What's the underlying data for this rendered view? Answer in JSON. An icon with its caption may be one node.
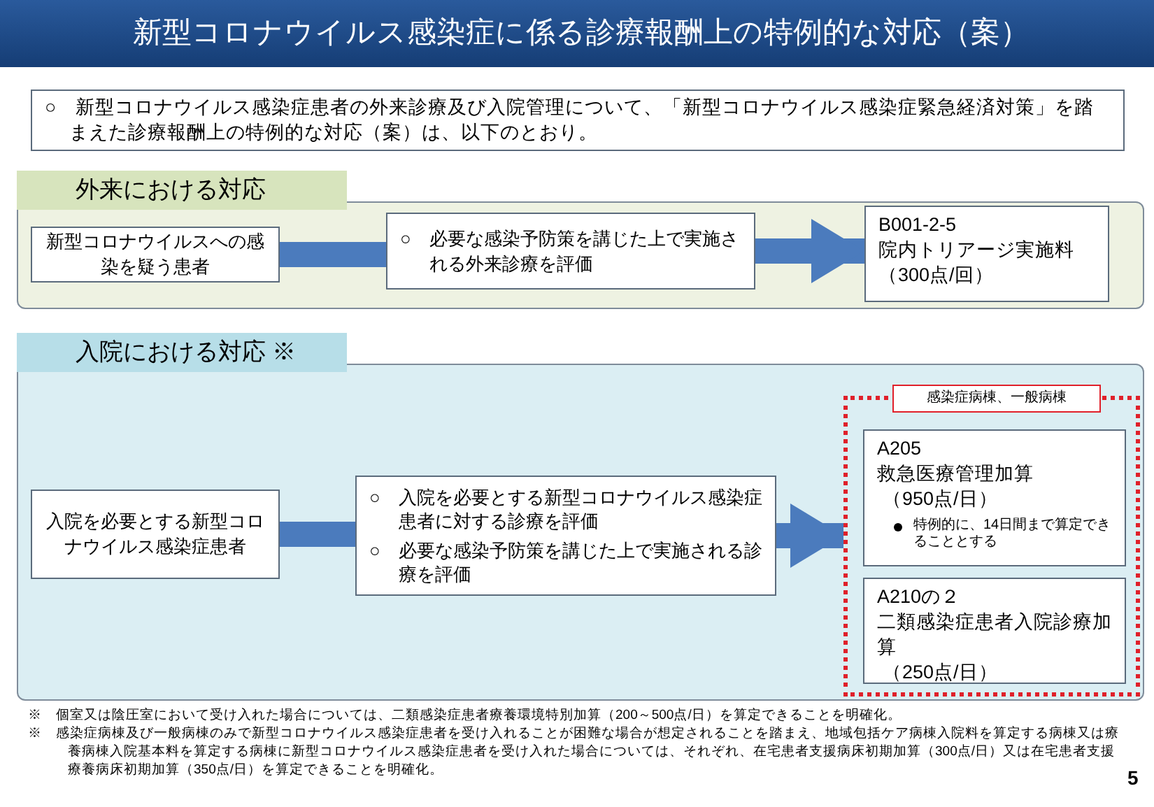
{
  "diagram": {
    "title": "新型コロナウイルス感染症に係る診療報酬上の特例的な対応（案）",
    "nodes": [
      {
        "text": [
          "○　新型コロナウイルス感染症患者の外来診療及び入院管理について、「新型コロナウイルス感染症緊急経済対策」を踏まえた診療報酬上の特例的な対応（案）は、以下のとおり。"
        ]
      },
      {
        "text": [
          "外来における対応"
        ]
      },
      {
        "text": [
          "新型コロナウイルスへの感染を疑う患者"
        ],
        "in": 1
      },
      {
        "text": [
          "○　必要な感染予防策を講じた上で実施される外来診療を評価"
        ],
        "in": 1
      },
      {
        "text": [
          "B001-2-5",
          "院内トリアージ実施料",
          "（300点/回）"
        ],
        "in": 1
      },
      {
        "text": [
          "入院における対応 ※"
        ]
      },
      {
        "text": [
          "入院を必要とする新型コロナウイルス感染症患者"
        ],
        "in": 5
      },
      {
        "text": [
          "○　入院を必要とする新型コロナウイルス感染症患者に対する診療を評価",
          "○　必要な感染予防策を講じた上で実施される診療を評価"
        ],
        "in": 5
      },
      {
        "text": [
          "感染症病棟、一般病棟"
        ],
        "in": 5
      },
      {
        "text": [
          "A205",
          "救急医療管理加算",
          "（950点/日）",
          "特例的に、14日間まで算定できることとする"
        ],
        "in": 8
      },
      {
        "text": [
          "A210の２",
          "二類感染症患者入院診療加算",
          "（250点/日）"
        ],
        "in": 8
      }
    ],
    "edges": [
      {
        "from": 2,
        "to": 3,
        "arrow": "none"
      },
      {
        "from": 3,
        "to": 4,
        "arrow": "to"
      },
      {
        "from": 6,
        "to": 7,
        "arrow": "none"
      },
      {
        "from": 7,
        "to": 8,
        "arrow": "to"
      }
    ],
    "labels": [
      "※　個室又は陰圧室において受け入れた場合については、二類感染症患者療養環境特別加算（200～500点/日）を算定できることを明確化。",
      "※　感染症病棟及び一般病棟のみで新型コロナウイルス感染症患者を受け入れることが困難な場合が想定されることを踏まえ、地域包括ケア病棟入院料を算定する病棟又は療養病棟入院基本料を算定する病棟に新型コロナウイルス感染症患者を受け入れた場合については、それぞれ、在宅患者支援病床初期加算（300点/日）又は在宅患者支援療養病床初期加算（350点/日）を算定できることを明確化。",
      "5"
    ]
  }
}
